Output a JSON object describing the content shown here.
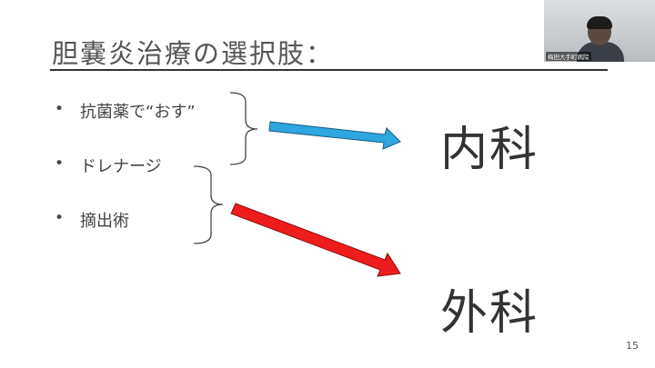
{
  "slide": {
    "title": "胆嚢炎治療の選択肢：",
    "bullets": [
      {
        "marker": "•",
        "text": "抗菌薬で“おす”"
      },
      {
        "marker": "•",
        "text": "ドレナージ"
      },
      {
        "marker": "•",
        "text": "摘出術"
      }
    ],
    "targets": {
      "internal": "内科",
      "surgery": "外科"
    },
    "page_number": "15",
    "colors": {
      "blue_arrow": "#2ea6e0",
      "red_arrow": "#ee1c1c"
    }
  },
  "webcam": {
    "label": "梅田大手町病院"
  }
}
